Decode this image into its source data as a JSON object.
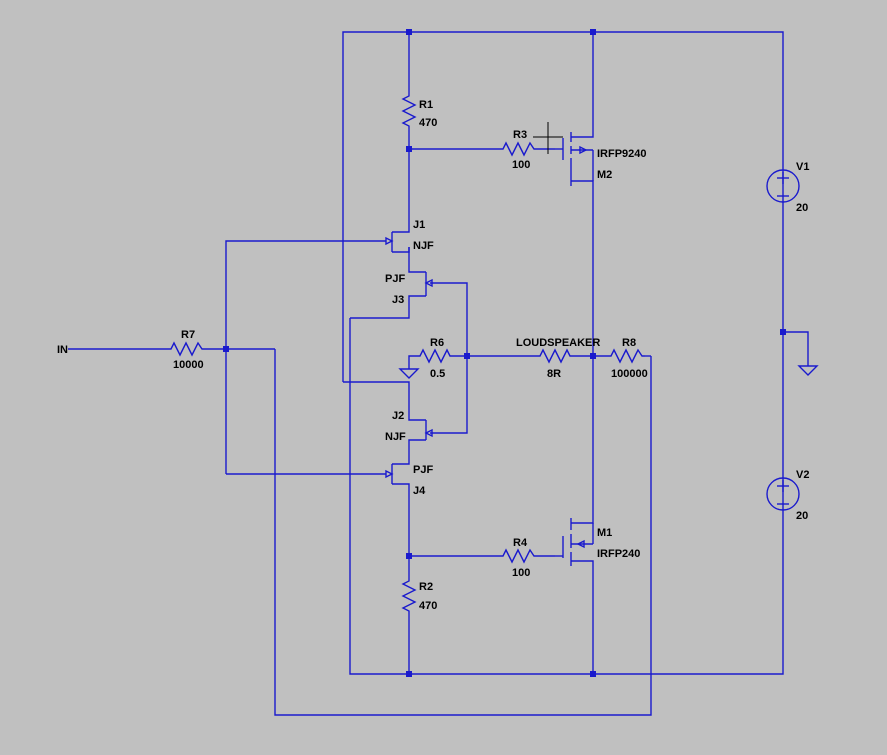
{
  "colors": {
    "background": "#c0c0c0",
    "wire": "#1a1acd",
    "text": "#000000"
  },
  "labels": {
    "in": "IN",
    "r1_name": "R1",
    "r1_value": "470",
    "r2_name": "R2",
    "r2_value": "470",
    "r3_name": "R3",
    "r3_value": "100",
    "r4_name": "R4",
    "r4_value": "100",
    "r6_name": "R6",
    "r6_value": "0.5",
    "r7_name": "R7",
    "r7_value": "10000",
    "r8_name": "R8",
    "r8_value": "100000",
    "speaker_name": "LOUDSPEAKER",
    "speaker_value": "8R",
    "m2_model": "IRFP9240",
    "m2_name": "M2",
    "m1_name": "M1",
    "m1_model": "IRFP240",
    "j1_name": "J1",
    "j1_model": "NJF",
    "j3_model": "PJF",
    "j3_name": "J3",
    "j2_name": "J2",
    "j2_model": "NJF",
    "j4_model": "PJF",
    "j4_name": "J4",
    "v1_name": "V1",
    "v1_value": "20",
    "v2_name": "V2",
    "v2_value": "20"
  }
}
